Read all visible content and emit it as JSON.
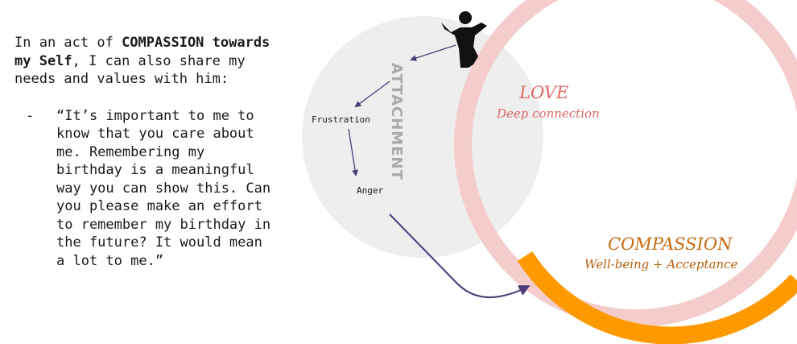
{
  "text_panel": {
    "intro_prefix": "In an act of ",
    "intro_bold": "COMPASSION towards my Self",
    "intro_suffix": ", I can also share my needs and values with him:",
    "bullet": "-",
    "quote": "“It’s important to me to know that you care about me. Remembering my birthday is a meaningful way you can show this. Can you please make an effort to remember my birthday in the future? It would mean a lot to me.”"
  },
  "diagram": {
    "attachment_label": "ATTACHMENT",
    "frustration_label": "Frustration",
    "anger_label": "Anger",
    "love_title": "LOVE",
    "love_subtitle": "Deep connection",
    "compassion_title": "COMPASSION",
    "compassion_subtitle": "Well-being + Acceptance",
    "colors": {
      "attachment_fill": "#eeeeee",
      "love_ring": "#f4cccc",
      "compassion_ring": "#ff9900",
      "arrow": "#4b3a7a",
      "figure": "#111111"
    }
  }
}
